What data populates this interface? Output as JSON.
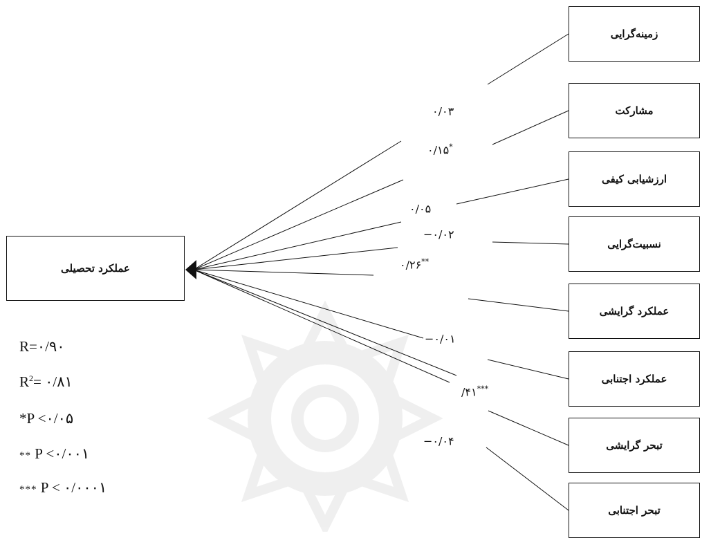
{
  "outcome": {
    "label": "عملکرد تحصیلی"
  },
  "predictors": [
    {
      "label": "زمینه‌گرایی",
      "coef": "۰/۰۳",
      "stars": ""
    },
    {
      "label": "مشارکت",
      "coef": "۰/۱۵",
      "stars": "*"
    },
    {
      "label": "ارزشیابی کیفی",
      "coef": "۰/۰۵",
      "stars": ""
    },
    {
      "label": "نسبیت‌گرایی",
      "coef": "−۰/۰۲",
      "stars": ""
    },
    {
      "label": "عملکرد گرایشی",
      "coef": "۰/۲۶",
      "stars": "**"
    },
    {
      "label": "عملکرد اجتنابی",
      "coef": "−۰/۰۱",
      "stars": ""
    },
    {
      "label": "تبحر گرایشی",
      "coef": "/۴۱",
      "stars": "***"
    },
    {
      "label": "تبحر اجتنابی",
      "coef": "−۰/۰۴",
      "stars": ""
    }
  ],
  "stats": {
    "r": {
      "prefix": "R",
      "value": "=۰/۹۰"
    },
    "r2": {
      "prefix": "R",
      "sup": "2",
      "value": "= ۰/۸۱"
    },
    "p1": {
      "stars": "*",
      "text": "P <۰/۰۵"
    },
    "p2": {
      "stars": "**",
      "text": " P <۰/۰۰۱"
    },
    "p3": {
      "stars": "***",
      "text": " P < ۰/۰۰۰۱"
    }
  },
  "colors": {
    "line": "#111111",
    "text": "#111111",
    "background": "#ffffff"
  }
}
